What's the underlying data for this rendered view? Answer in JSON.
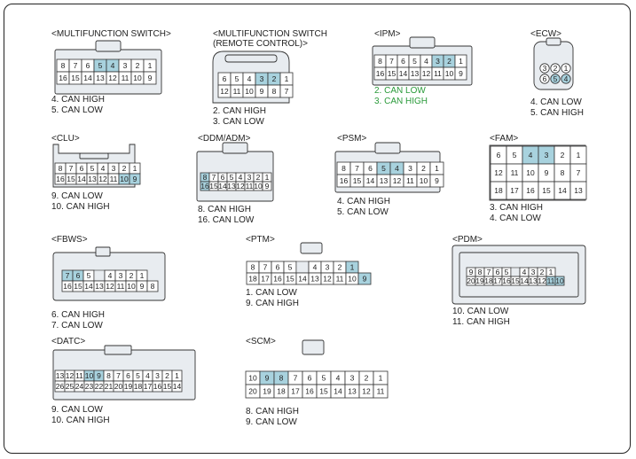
{
  "connectors": [
    {
      "id": "mfs",
      "title": "<MULTIFUNCTION SWITCH>",
      "rows": [
        [
          "8",
          "7",
          "6",
          "5",
          "4",
          "3",
          "2",
          "1"
        ],
        [
          "16",
          "15",
          "14",
          "13",
          "12",
          "11",
          "10",
          "9"
        ]
      ],
      "highlight": [
        "5",
        "4"
      ],
      "notes": [
        {
          "text": "4. CAN HIGH",
          "color": "black"
        },
        {
          "text": "5. CAN LOW",
          "color": "black"
        }
      ]
    },
    {
      "id": "mfs-rc",
      "title": "<MULTIFUNCTION SWITCH\n(REMOTE CONTROL)>",
      "rows": [
        [
          "6",
          "5",
          "4",
          "3",
          "2",
          "1"
        ],
        [
          "12",
          "11",
          "10",
          "9",
          "8",
          "7"
        ]
      ],
      "highlight": [
        "3",
        "2"
      ],
      "notes": [
        {
          "text": "2. CAN HIGH",
          "color": "black"
        },
        {
          "text": "3. CAN LOW",
          "color": "black"
        }
      ]
    },
    {
      "id": "ipm",
      "title": "<IPM>",
      "rows": [
        [
          "8",
          "7",
          "6",
          "5",
          "4",
          "3",
          "2",
          "1"
        ],
        [
          "16",
          "15",
          "14",
          "13",
          "12",
          "11",
          "10",
          "9"
        ]
      ],
      "highlight": [
        "3",
        "2"
      ],
      "notes": [
        {
          "text": "2. CAN LOW",
          "color": "green"
        },
        {
          "text": "3. CAN HIGH",
          "color": "green"
        }
      ]
    },
    {
      "id": "ecw",
      "title": "<ECW>",
      "rows": [
        [
          "3",
          "2",
          "1"
        ],
        [
          "6",
          "5",
          "4"
        ]
      ],
      "highlight": [
        "5",
        "4"
      ],
      "notes": [
        {
          "text": "4. CAN LOW",
          "color": "black"
        },
        {
          "text": "5. CAN HIGH",
          "color": "black"
        }
      ]
    },
    {
      "id": "clu",
      "title": "<CLU>",
      "rows": [
        [
          "8",
          "7",
          "6",
          "5",
          "4",
          "3",
          "2",
          "1"
        ],
        [
          "16",
          "15",
          "14",
          "13",
          "12",
          "11",
          "10",
          "9"
        ]
      ],
      "highlight": [
        "10",
        "9"
      ],
      "notes": [
        {
          "text": "9. CAN LOW",
          "color": "black"
        },
        {
          "text": "10. CAN HIGH",
          "color": "black"
        }
      ]
    },
    {
      "id": "ddm",
      "title": "<DDM/ADM>",
      "rows": [
        [
          "8",
          "7",
          "6",
          "5",
          "4",
          "3",
          "2",
          "1"
        ],
        [
          "16",
          "15",
          "14",
          "13",
          "12",
          "11",
          "10",
          "9"
        ]
      ],
      "highlight": [
        "8",
        "16"
      ],
      "notes": [
        {
          "text": "8. CAN HIGH",
          "color": "black"
        },
        {
          "text": "16. CAN LOW",
          "color": "black"
        }
      ]
    },
    {
      "id": "psm",
      "title": "<PSM>",
      "rows": [
        [
          "8",
          "7",
          "6",
          "5",
          "4",
          "3",
          "2",
          "1"
        ],
        [
          "16",
          "15",
          "14",
          "13",
          "12",
          "11",
          "10",
          "9"
        ]
      ],
      "highlight": [
        "5",
        "4"
      ],
      "notes": [
        {
          "text": "4. CAN HIGH",
          "color": "black"
        },
        {
          "text": "5. CAN LOW",
          "color": "black"
        }
      ]
    },
    {
      "id": "fam",
      "title": "<FAM>",
      "rows": [
        [
          "6",
          "5",
          "4",
          "3",
          "2",
          "1"
        ],
        [
          "12",
          "11",
          "10",
          "9",
          "8",
          "7"
        ],
        [
          "18",
          "17",
          "16",
          "15",
          "14",
          "13"
        ]
      ],
      "highlight": [
        "4",
        "3"
      ],
      "notes": [
        {
          "text": "3. CAN HIGH",
          "color": "black"
        },
        {
          "text": "4. CAN LOW",
          "color": "black"
        }
      ]
    },
    {
      "id": "fbws",
      "title": "<FBWS>",
      "rows": [
        [
          "7",
          "6",
          "5",
          "",
          "4",
          "3",
          "2",
          "1"
        ],
        [
          "16",
          "15",
          "14",
          "13",
          "12",
          "11",
          "10",
          "9",
          "8"
        ]
      ],
      "highlight": [
        "7",
        "6"
      ],
      "notes": [
        {
          "text": "6. CAN HIGH",
          "color": "black"
        },
        {
          "text": "7. CAN LOW",
          "color": "black"
        }
      ]
    },
    {
      "id": "ptm",
      "title": "<PTM>",
      "rows": [
        [
          "8",
          "7",
          "6",
          "5",
          "",
          "4",
          "3",
          "2",
          "1"
        ],
        [
          "18",
          "17",
          "16",
          "15",
          "14",
          "13",
          "12",
          "11",
          "10",
          "9"
        ]
      ],
      "highlight": [
        "1",
        "9"
      ],
      "notes": [
        {
          "text": "1. CAN LOW",
          "color": "black"
        },
        {
          "text": "9. CAN HIGH",
          "color": "black"
        }
      ]
    },
    {
      "id": "pdm",
      "title": "<PDM>",
      "rows": [
        [
          "9",
          "8",
          "7",
          "6",
          "5",
          "",
          "4",
          "3",
          "2",
          "1"
        ],
        [
          "20",
          "19",
          "18",
          "17",
          "16",
          "15",
          "14",
          "13",
          "12",
          "11",
          "10"
        ]
      ],
      "highlight": [
        "11",
        "10"
      ],
      "notes": [
        {
          "text": "10. CAN LOW",
          "color": "black"
        },
        {
          "text": "11. CAN HIGH",
          "color": "black"
        }
      ]
    },
    {
      "id": "datc",
      "title": "<DATC>",
      "rows": [
        [
          "13",
          "12",
          "11",
          "10",
          "9",
          "8",
          "7",
          "6",
          "5",
          "4",
          "3",
          "2",
          "1"
        ],
        [
          "26",
          "25",
          "24",
          "23",
          "22",
          "21",
          "20",
          "19",
          "18",
          "17",
          "16",
          "15",
          "14"
        ]
      ],
      "highlight": [
        "10",
        "9"
      ],
      "notes": [
        {
          "text": "9. CAN LOW",
          "color": "black"
        },
        {
          "text": "10. CAN HIGH",
          "color": "black"
        }
      ]
    },
    {
      "id": "scm",
      "title": "<SCM>",
      "rows": [
        [
          "10",
          "9",
          "8",
          "7",
          "6",
          "5",
          "4",
          "3",
          "2",
          "1"
        ],
        [
          "20",
          "19",
          "18",
          "17",
          "16",
          "15",
          "14",
          "13",
          "12",
          "11"
        ]
      ],
      "highlight": [
        "9",
        "8"
      ],
      "notes": [
        {
          "text": "8. CAN HIGH",
          "color": "black"
        },
        {
          "text": "9. CAN LOW",
          "color": "black"
        }
      ]
    }
  ],
  "colors": {
    "pin_highlight": "#a8d2de",
    "note_green": "#2a9a3a"
  }
}
